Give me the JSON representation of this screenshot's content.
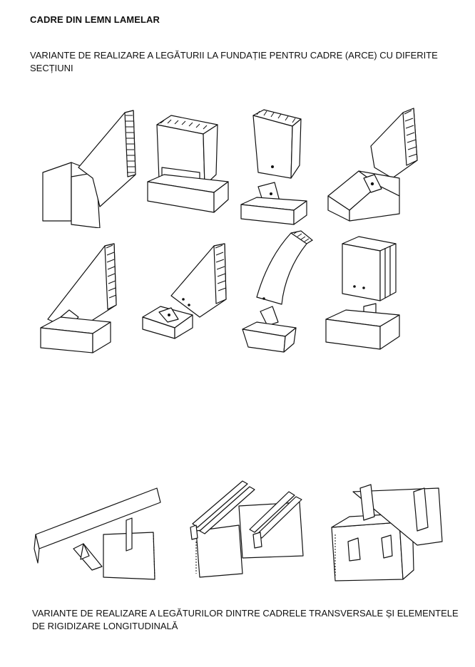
{
  "document": {
    "title": "CADRE DIN LEMN LAMELAR",
    "caption_foundation": "VARIANTE DE REALIZARE A LEGĂTURII LA FUNDAȚIE PENTRU CADRE (ARCE) CU DIFERITE SECȚIUNI",
    "caption_connections": "VARIANTE DE REALIZARE A LEGĂTURILOR DINTRE CADRELE TRANSVERSALE ȘI ELEMENTELE DE RIGIDIZARE LONGITUDINALĂ"
  }
}
